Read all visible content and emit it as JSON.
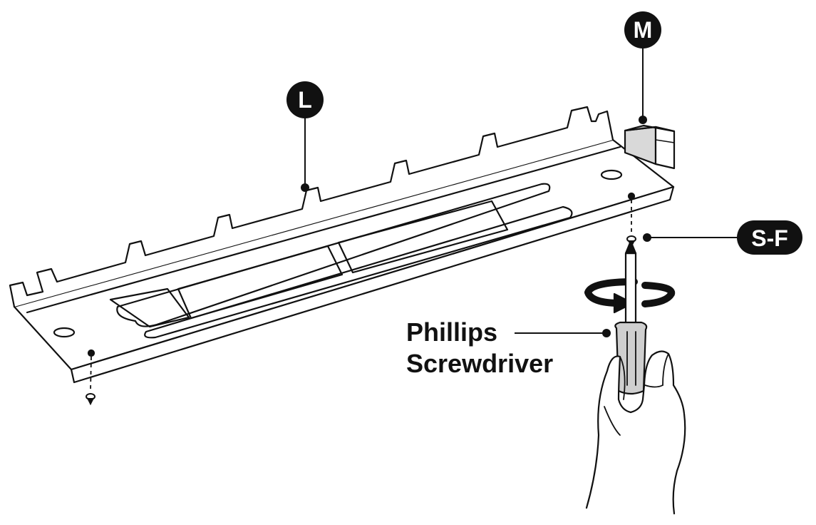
{
  "parts": {
    "tray": {
      "letter": "L"
    },
    "bracket": {
      "letter": "M"
    },
    "screw": {
      "letter": "S-F"
    }
  },
  "tool": {
    "line1": "Phillips",
    "line2": "Screwdriver"
  },
  "colors": {
    "ink": "#111111",
    "paper": "#ffffff",
    "bracket_fill": "#d9d9d9",
    "handle_fill": "#cfcfcf"
  }
}
